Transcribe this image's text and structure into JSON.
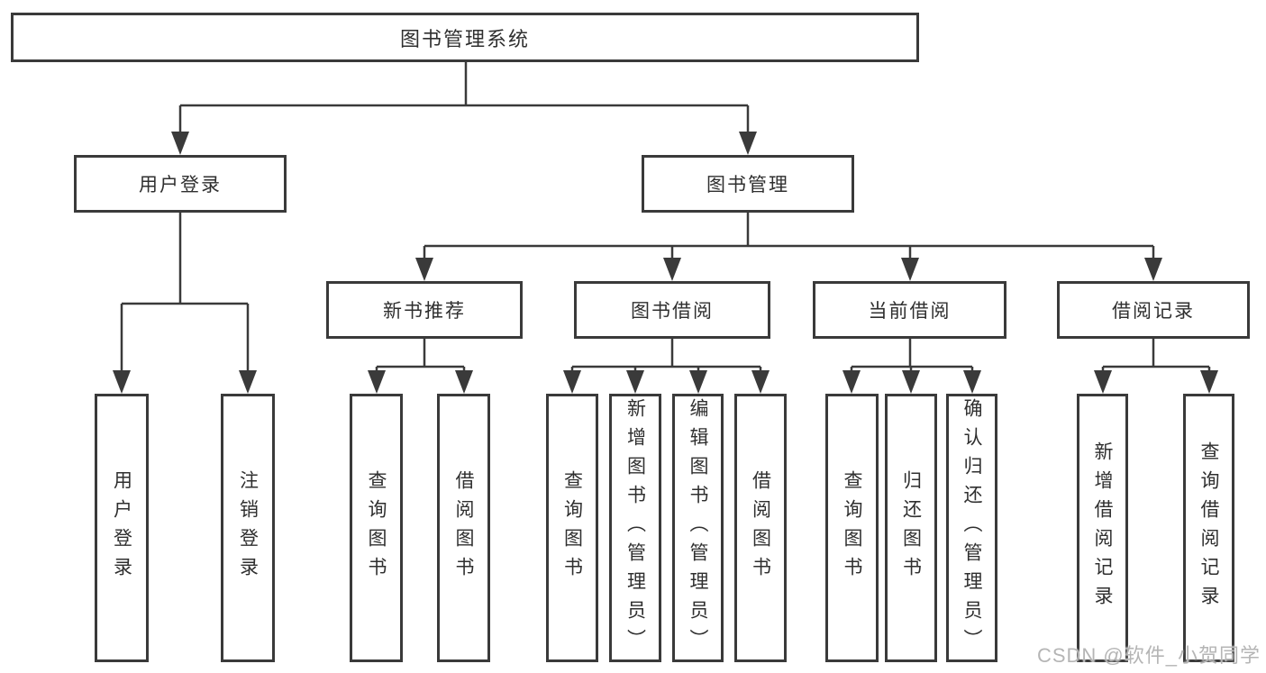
{
  "diagram": {
    "type": "hierarchy-tree",
    "root": "图书管理系统",
    "level2": [
      {
        "label": "用户登录",
        "children": [
          "用户登录",
          "注销登录"
        ]
      },
      {
        "label": "图书管理",
        "children": [
          {
            "label": "新书推荐",
            "children": [
              "查询图书",
              "借阅图书"
            ]
          },
          {
            "label": "图书借阅",
            "children": [
              "查询图书",
              "新增图书（管理员）",
              "编辑图书（管理员）",
              "借阅图书"
            ]
          },
          {
            "label": "当前借阅",
            "children": [
              "查询图书",
              "归还图书",
              "确认归还（管理员）"
            ]
          },
          {
            "label": "借阅记录",
            "children": [
              "新增借阅记录",
              "查询借阅记录"
            ]
          }
        ]
      }
    ]
  },
  "watermark": {
    "text": "CSDN @软件_小贺同学"
  },
  "colors": {
    "line": "#3a3a3a",
    "text": "#2f2f2f",
    "box_background": "#ffffff",
    "watermark": "#b5b5b5"
  }
}
